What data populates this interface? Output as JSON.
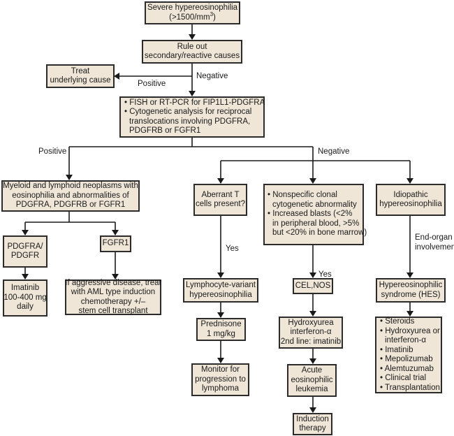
{
  "colors": {
    "box_fill": "#efe6d8",
    "border": "#2b2b2b"
  },
  "nodes": {
    "severe": {
      "l1": "Severe hypereosinophilia",
      "l2a": "(>1500/mm",
      "l2sup": "3",
      "l2b": ")"
    },
    "rule_out": {
      "l1": "Rule out",
      "l2": "secondary/reactive causes"
    },
    "treat": {
      "l1": "Treat",
      "l2": "underlying cause"
    },
    "fish": {
      "l1": "• FISH or RT-PCR for FIP1L1-PDGFRA",
      "l2": "• Cytogenetic analysis for reciprocal",
      "l3": "translocations involving PDGFRA,",
      "l4": "PDGFRB or FGFR1"
    },
    "myeloid": {
      "l1": "Myeloid and lymphoid neoplasms with",
      "l2": "eosinophilia and abnormalities of",
      "l3": "PDGFRA, PDGFRB or FGFR1"
    },
    "pdgfra": {
      "l1": "PDGFRA/",
      "l2": "PDGFR"
    },
    "fgfr1": {
      "l1": "FGFR1"
    },
    "imatinib": {
      "l1": "Imatinib",
      "l2": "100-400 mg",
      "l3": "daily"
    },
    "aggressive": {
      "l1": "If aggressive disease, treat",
      "l2": "with AML type induction",
      "l3": "chemotherapy +/–",
      "l4": "stem cell transplant"
    },
    "aberrant": {
      "l1": "Aberrant T",
      "l2": "cells present?"
    },
    "nonspecific": {
      "l1": "• Nonspecific clonal",
      "l2": "cytogenetic abnormality",
      "l3": "• Increased blasts (<2%",
      "l4": "in peripheral blood, >5%",
      "l5": "but <20% in bone marrow)"
    },
    "idiopathic": {
      "l1": "Idiopathic",
      "l2": "hypereosinophilia"
    },
    "lymphocyte": {
      "l1": "Lymphocyte-variant",
      "l2": "hypereosinophilia"
    },
    "celnos": {
      "l1": "CEL,NOS"
    },
    "hes": {
      "l1": "Hypereosinophilic",
      "l2": "syndrome (HES)"
    },
    "prednisone": {
      "l1": "Prednisone",
      "l2": "1 mg/kg"
    },
    "hydroxyurea": {
      "l1": "Hydroxyurea",
      "l2": "interferon-α",
      "l3": "2nd line: imatinib"
    },
    "hes_tx": {
      "items": [
        "• Steroids",
        "• Hydroxyurea or",
        "interferon-α",
        "• Imatinib",
        "• Mepolizumab",
        "• Alemtuzumab",
        "• Clinical trial",
        "• Transplantation"
      ]
    },
    "monitor": {
      "l1": "Monitor for",
      "l2": "progression to",
      "l3": "lymphoma"
    },
    "acute": {
      "l1": "Acute",
      "l2": "eosinophilic",
      "l3": "leukemia"
    },
    "induction": {
      "l1": "Induction",
      "l2": "therapy"
    }
  },
  "edge_labels": {
    "negative_1": "Negative",
    "positive_1": "Positive",
    "positive_2": "Positive",
    "negative_2": "Negative",
    "yes_1": "Yes",
    "yes_2": "Yes",
    "end_organ_1": "End-organ",
    "end_organ_2": "involvement"
  }
}
